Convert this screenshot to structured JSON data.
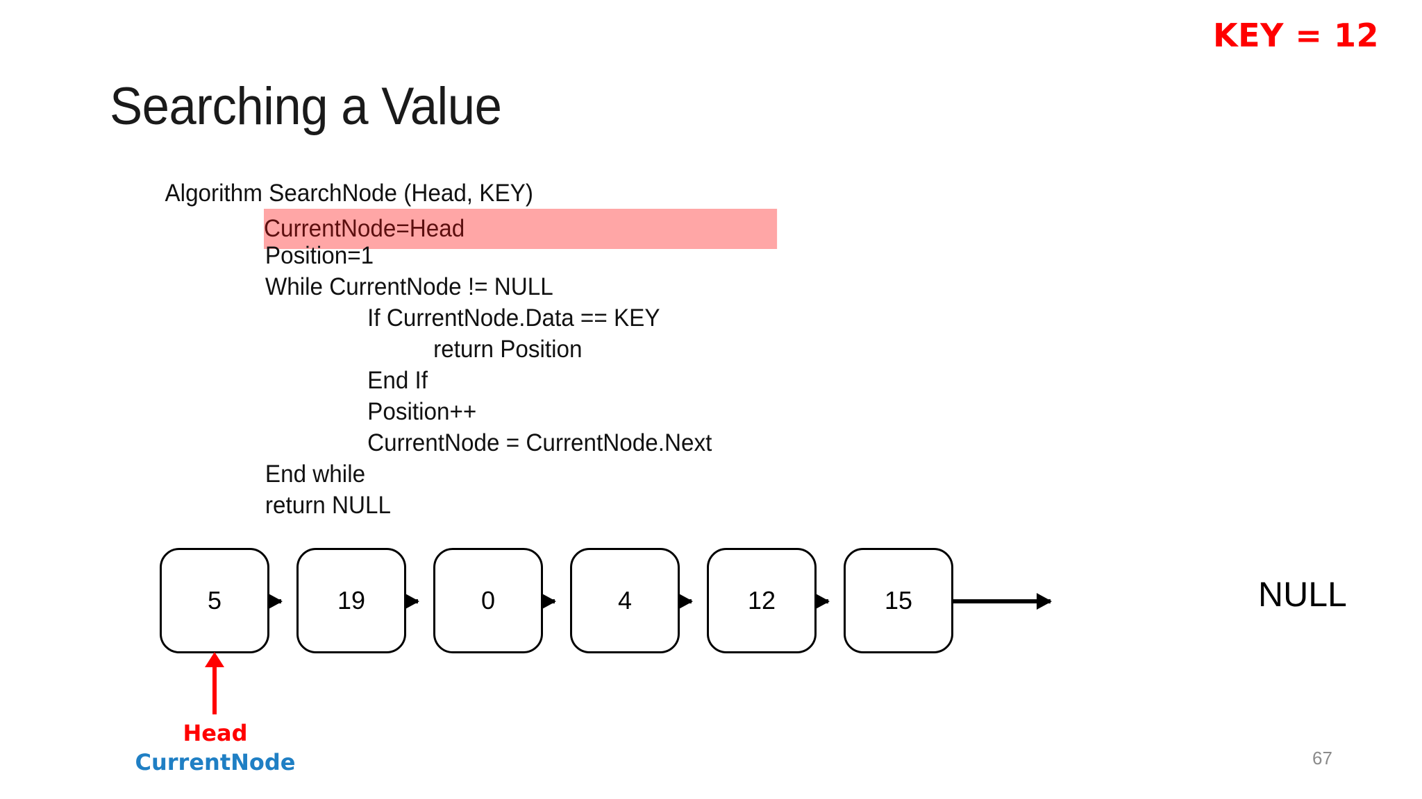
{
  "slide": {
    "title": "Searching a Value",
    "key_label": "KEY = 12",
    "slide_number": "67",
    "colors": {
      "key_red": "#FF0000",
      "highlight_bg": "#FFA6A6",
      "highlight_text": "#5C0F0F",
      "head_red": "#FF0000",
      "currentnode_blue": "#1F7FC4",
      "slide_number_gray": "#8A8A8A"
    }
  },
  "algorithm": {
    "lines": [
      {
        "text": "Algorithm SearchNode (Head, KEY)",
        "indent": 0,
        "highlighted": false
      },
      {
        "text": "CurrentNode=Head",
        "indent": 1,
        "highlighted": true
      },
      {
        "text": "Position=1",
        "indent": 1,
        "highlighted": false
      },
      {
        "text": "While CurrentNode != NULL",
        "indent": 1,
        "highlighted": false
      },
      {
        "text": "If CurrentNode.Data == KEY",
        "indent": 2,
        "highlighted": false
      },
      {
        "text": "return Position",
        "indent": 3,
        "highlighted": false
      },
      {
        "text": "End If",
        "indent": 2,
        "highlighted": false
      },
      {
        "text": "Position++",
        "indent": 2,
        "highlighted": false
      },
      {
        "text": "CurrentNode = CurrentNode.Next",
        "indent": 2,
        "highlighted": false
      },
      {
        "text": "End while",
        "indent": 1,
        "highlighted": false
      },
      {
        "text": "return NULL",
        "indent": 1,
        "highlighted": false
      }
    ]
  },
  "linked_list": {
    "nodes": [
      {
        "value": "5"
      },
      {
        "value": "19"
      },
      {
        "value": "0"
      },
      {
        "value": "4"
      },
      {
        "value": "12"
      },
      {
        "value": "15"
      }
    ],
    "terminator": "NULL",
    "pointers": {
      "head": "Head",
      "current": "CurrentNode"
    }
  }
}
